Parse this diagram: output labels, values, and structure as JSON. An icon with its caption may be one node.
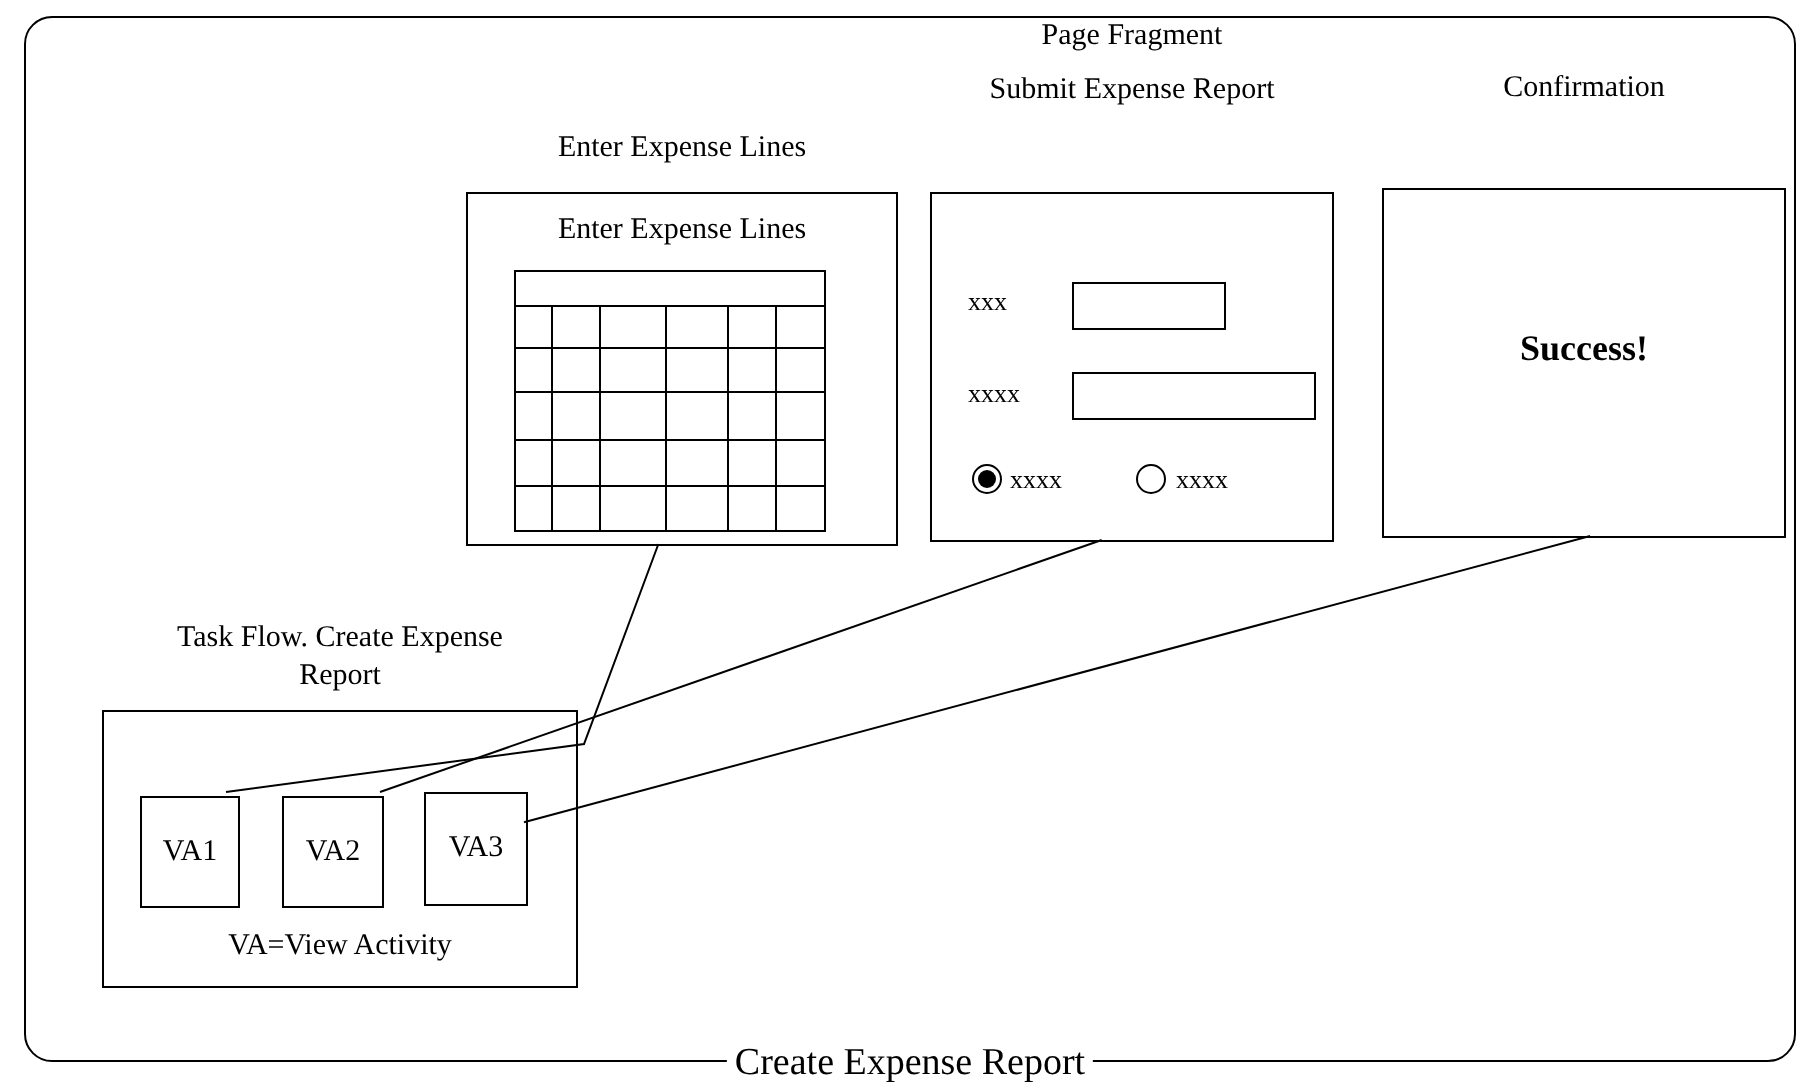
{
  "diagram": {
    "nodes": [
      {
        "text": [
          "Create Expense Report"
        ]
      },
      {
        "text": [
          "Enter Expense Lines",
          "Enter Expense Lines"
        ],
        "in": 0
      },
      {
        "text": [
          "Page Fragment",
          "Submit Expense Report",
          "xxx",
          "xxxx",
          "xxxx",
          "xxxx"
        ],
        "in": 0
      },
      {
        "text": [
          "Confirmation",
          "Success!"
        ],
        "in": 0
      },
      {
        "text": [
          "Task Flow. Create Expense Report",
          "VA=View Activity"
        ],
        "in": 0
      },
      {
        "text": [
          "VA1"
        ],
        "in": 4
      },
      {
        "text": [
          "VA2"
        ],
        "in": 4
      },
      {
        "text": [
          "VA3"
        ],
        "in": 4
      }
    ],
    "edges": [
      {
        "from": 1,
        "to": 5,
        "arrow": "none"
      },
      {
        "from": 2,
        "to": 6,
        "arrow": "none"
      },
      {
        "from": 3,
        "to": 7,
        "arrow": "none"
      }
    ]
  }
}
